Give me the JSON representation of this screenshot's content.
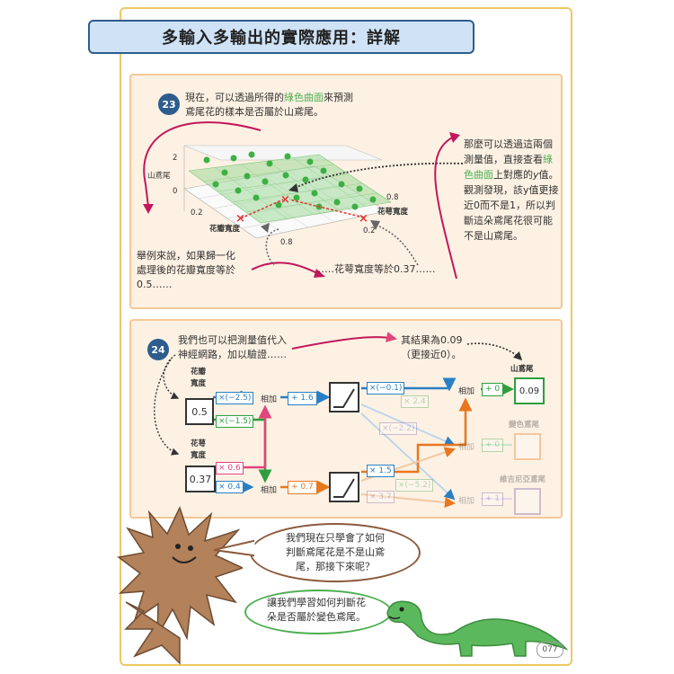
{
  "title": "多輸入多輸出的實際應用：詳解",
  "step23": {
    "badge": "23",
    "intro_l1a": "現在，可以透過所得的",
    "intro_green": "綠色曲面",
    "intro_l1b": "來預測",
    "intro_l2": "鳶尾花的樣本是否屬於山鳶尾。",
    "chart_z_label": "山鳶尾",
    "chart_z_ticks": [
      "2",
      "0"
    ],
    "chart_x_label": "花瓣寬度",
    "chart_x_ticks": [
      "0.2",
      "0.8"
    ],
    "chart_y_label": "花萼寬度",
    "chart_y_ticks": [
      "0.8",
      "0.2"
    ],
    "left_text": [
      "舉例來說，如果歸一化",
      "處理後的花瓣寬度等於",
      "0.5……"
    ],
    "bottom_text": "……花萼寬度等於0.37……",
    "right_text_l1": "那麼可以透過這兩個",
    "right_text_l2a": "測量值，直接查看",
    "right_text_l2g": "綠",
    "right_text_l3g": "色曲面",
    "right_text_l3b": "上對應的",
    "right_text_l3i": "y",
    "right_text_l3c": "值。",
    "right_text_rest": [
      "觀測發現，該y值更接",
      "近0而不是1，所以判",
      "斷這朵鳶尾花很可能",
      "不是山鳶尾。"
    ]
  },
  "step24": {
    "badge": "24",
    "intro": [
      "我們也可以把測量值代入",
      "神經網路，加以驗證……"
    ],
    "result": [
      "其結果為0.09",
      "（更接近0）。"
    ],
    "input1_label": [
      "花瓣",
      "寬度"
    ],
    "input1_value": "0.5",
    "input2_label": [
      "花萼",
      "寬度"
    ],
    "input2_value": "0.37",
    "w11": "×(−2.5)",
    "w12": "×(−1.5)",
    "w21": "× 0.6",
    "w22": "× 0.4",
    "sum_label": "相加",
    "b1": "+ 1.6",
    "b2": "+ 0.7",
    "v11": "×(−0.1)",
    "v12": "× 2.4",
    "v13": "×(−2.2)",
    "v21": "× 1.5",
    "v22": "×(−5.2)",
    "v23": "× 3.7",
    "ob1": "+ 0",
    "ob2": "+ 0",
    "ob3": "+ 1",
    "out1_label": "山鳶尾",
    "out1_value": "0.09",
    "out2_label": "變色鳶尾",
    "out3_label": "維吉尼亞鳶尾"
  },
  "dialog": {
    "hedgehog": [
      "我們現在只學會了如何",
      "判斷鳶尾花是不是山鳶",
      "尾，那接下來呢？"
    ],
    "dino": [
      "讓我們學習如何判斷花",
      "朵是否屬於變色鳶尾。"
    ]
  },
  "page_number": "077",
  "colors": {
    "blue": "#2a7fc4",
    "green": "#2e9e3e",
    "pink": "#e0457b",
    "orange": "#e8771e",
    "red": "#e53935",
    "navy": "#2d5d8c"
  }
}
